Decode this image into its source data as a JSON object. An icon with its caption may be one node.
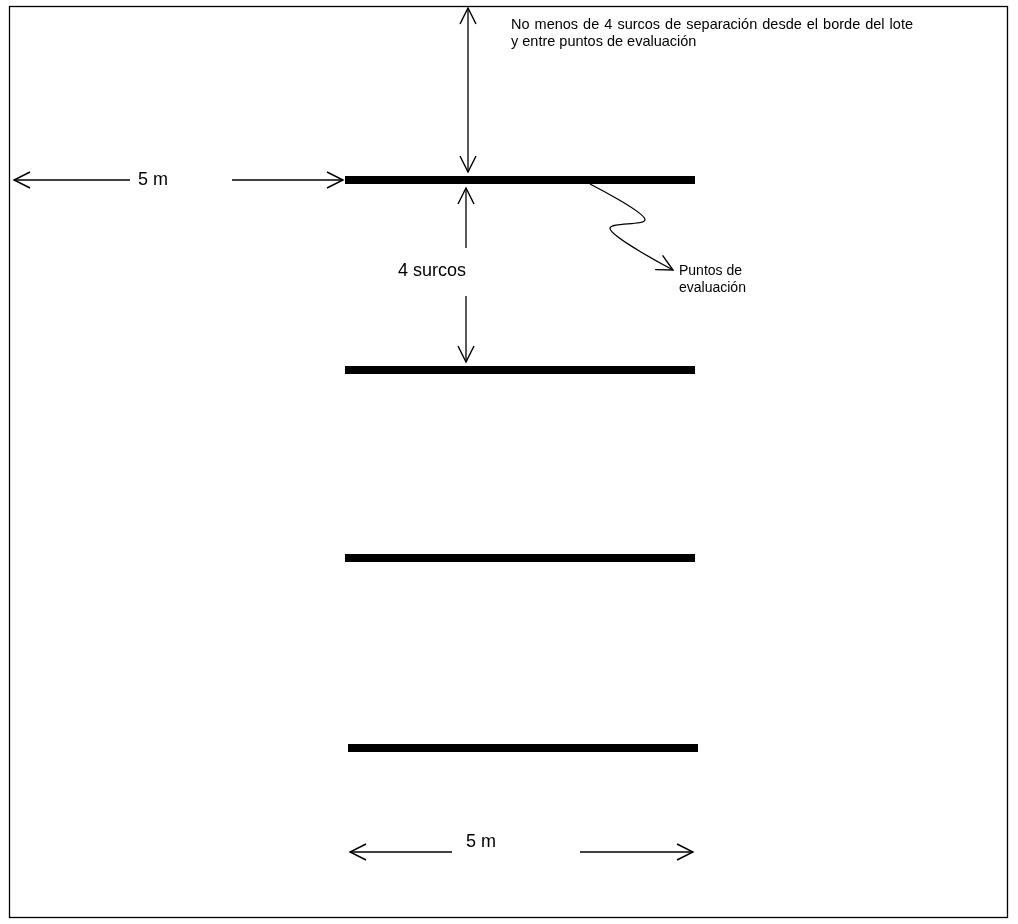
{
  "diagram": {
    "nodes": [
      {
        "text": [],
        "shape": "bar"
      },
      {
        "text": [],
        "shape": "bar"
      },
      {
        "text": [],
        "shape": "bar"
      },
      {
        "text": [],
        "shape": "bar"
      },
      {
        "text": [
          "Puntos de evaluación"
        ]
      }
    ],
    "edges": [
      {
        "from": 0,
        "to": 4,
        "arrow": "to"
      }
    ],
    "labels": [
      "No menos de 4 surcos de separación desde el borde del lote y entre puntos de evaluación",
      "5 m",
      "4 surcos",
      "5 m"
    ]
  }
}
